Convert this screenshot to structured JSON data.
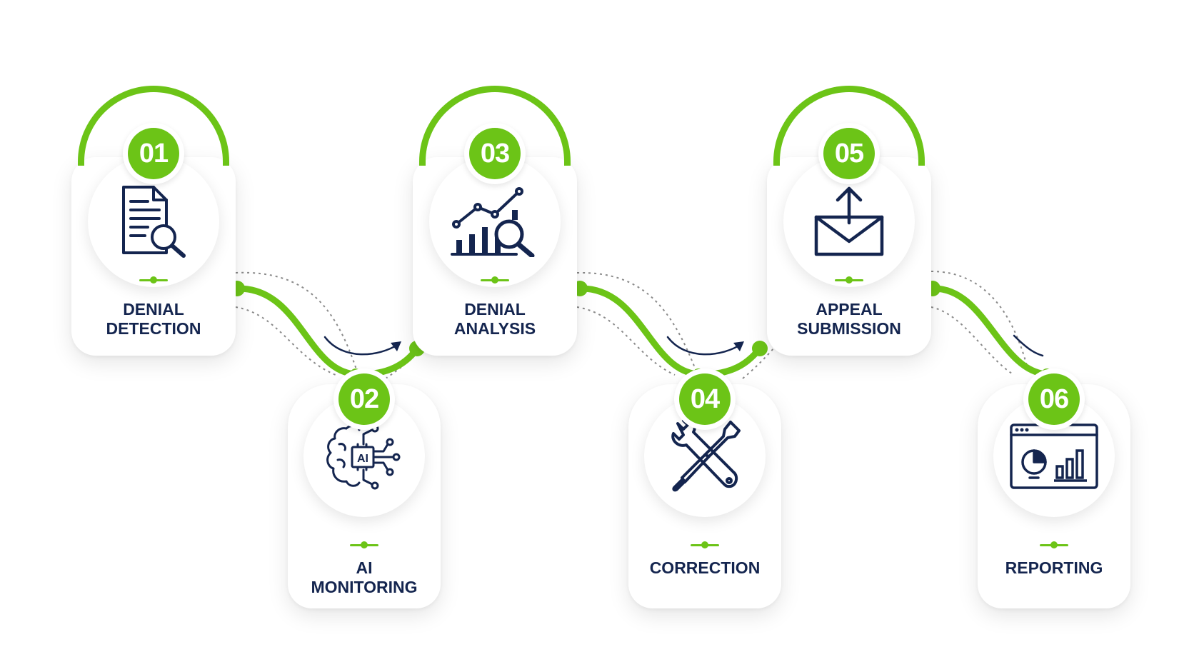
{
  "diagram": {
    "accent_color": "#6cc417",
    "icon_color": "#14254f",
    "steps": [
      {
        "number": "01",
        "line1": "DENIAL",
        "line2": "DETECTION",
        "icon": "document-search-icon"
      },
      {
        "number": "02",
        "line1": "AI",
        "line2": "MONITORING",
        "icon": "ai-brain-icon",
        "icon_text": "AI"
      },
      {
        "number": "03",
        "line1": "DENIAL",
        "line2": "ANALYSIS",
        "icon": "chart-analysis-icon"
      },
      {
        "number": "04",
        "line1": "",
        "line2": "CORRECTION",
        "icon": "wrench-screwdriver-icon"
      },
      {
        "number": "05",
        "line1": "APPEAL",
        "line2": "SUBMISSION",
        "icon": "email-upload-icon"
      },
      {
        "number": "06",
        "line1": "",
        "line2": "REPORTING",
        "icon": "dashboard-report-icon"
      }
    ]
  }
}
